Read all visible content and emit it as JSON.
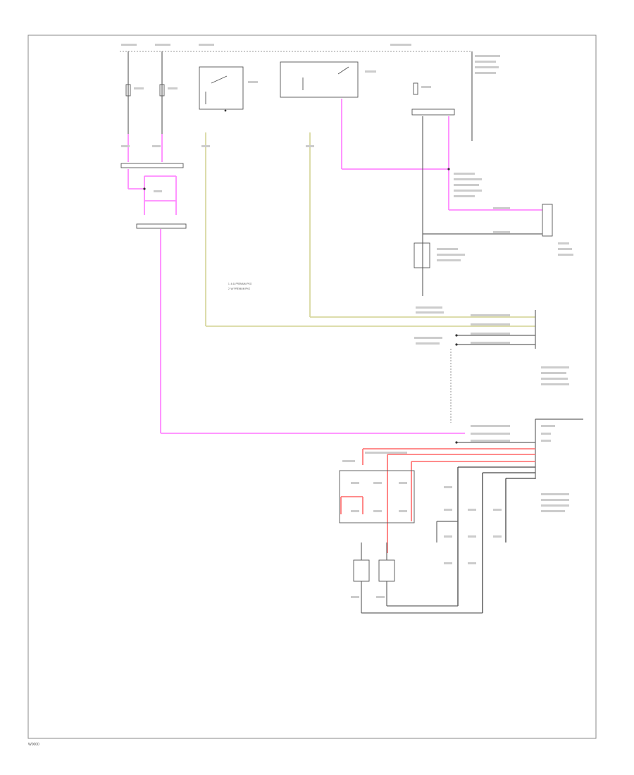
{
  "diagram": {
    "code": "W0000",
    "colors": {
      "frame": "#888888",
      "wire_pink": "#ff88ff",
      "wire_yellow": "#d8d8a0",
      "wire_red": "#ff7b7b",
      "wire_gray": "#666666"
    },
    "legend": [
      "1. 4.4L PREMIUM PKG",
      "2. W/ PREMIUM PKG"
    ]
  }
}
